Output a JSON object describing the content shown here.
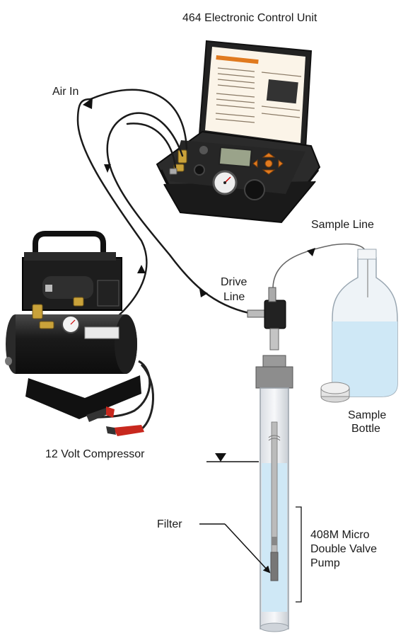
{
  "labels": {
    "control_unit": "464 Electronic Control Unit",
    "air_in": "Air In",
    "sample_line": "Sample Line",
    "drive_line_1": "Drive",
    "drive_line_2": "Line",
    "sample_bottle_1": "Sample",
    "sample_bottle_2": "Bottle",
    "compressor": "12 Volt Compressor",
    "filter": "Filter",
    "pump_1": "408M Micro",
    "pump_2": "Double Valve",
    "pump_3": "Pump"
  },
  "colors": {
    "case_black": "#1c1c1c",
    "brass": "#c9a23a",
    "water": "#cfe8f6",
    "panel_orange": "#e07a1f",
    "clamp_red": "#c8281e"
  }
}
